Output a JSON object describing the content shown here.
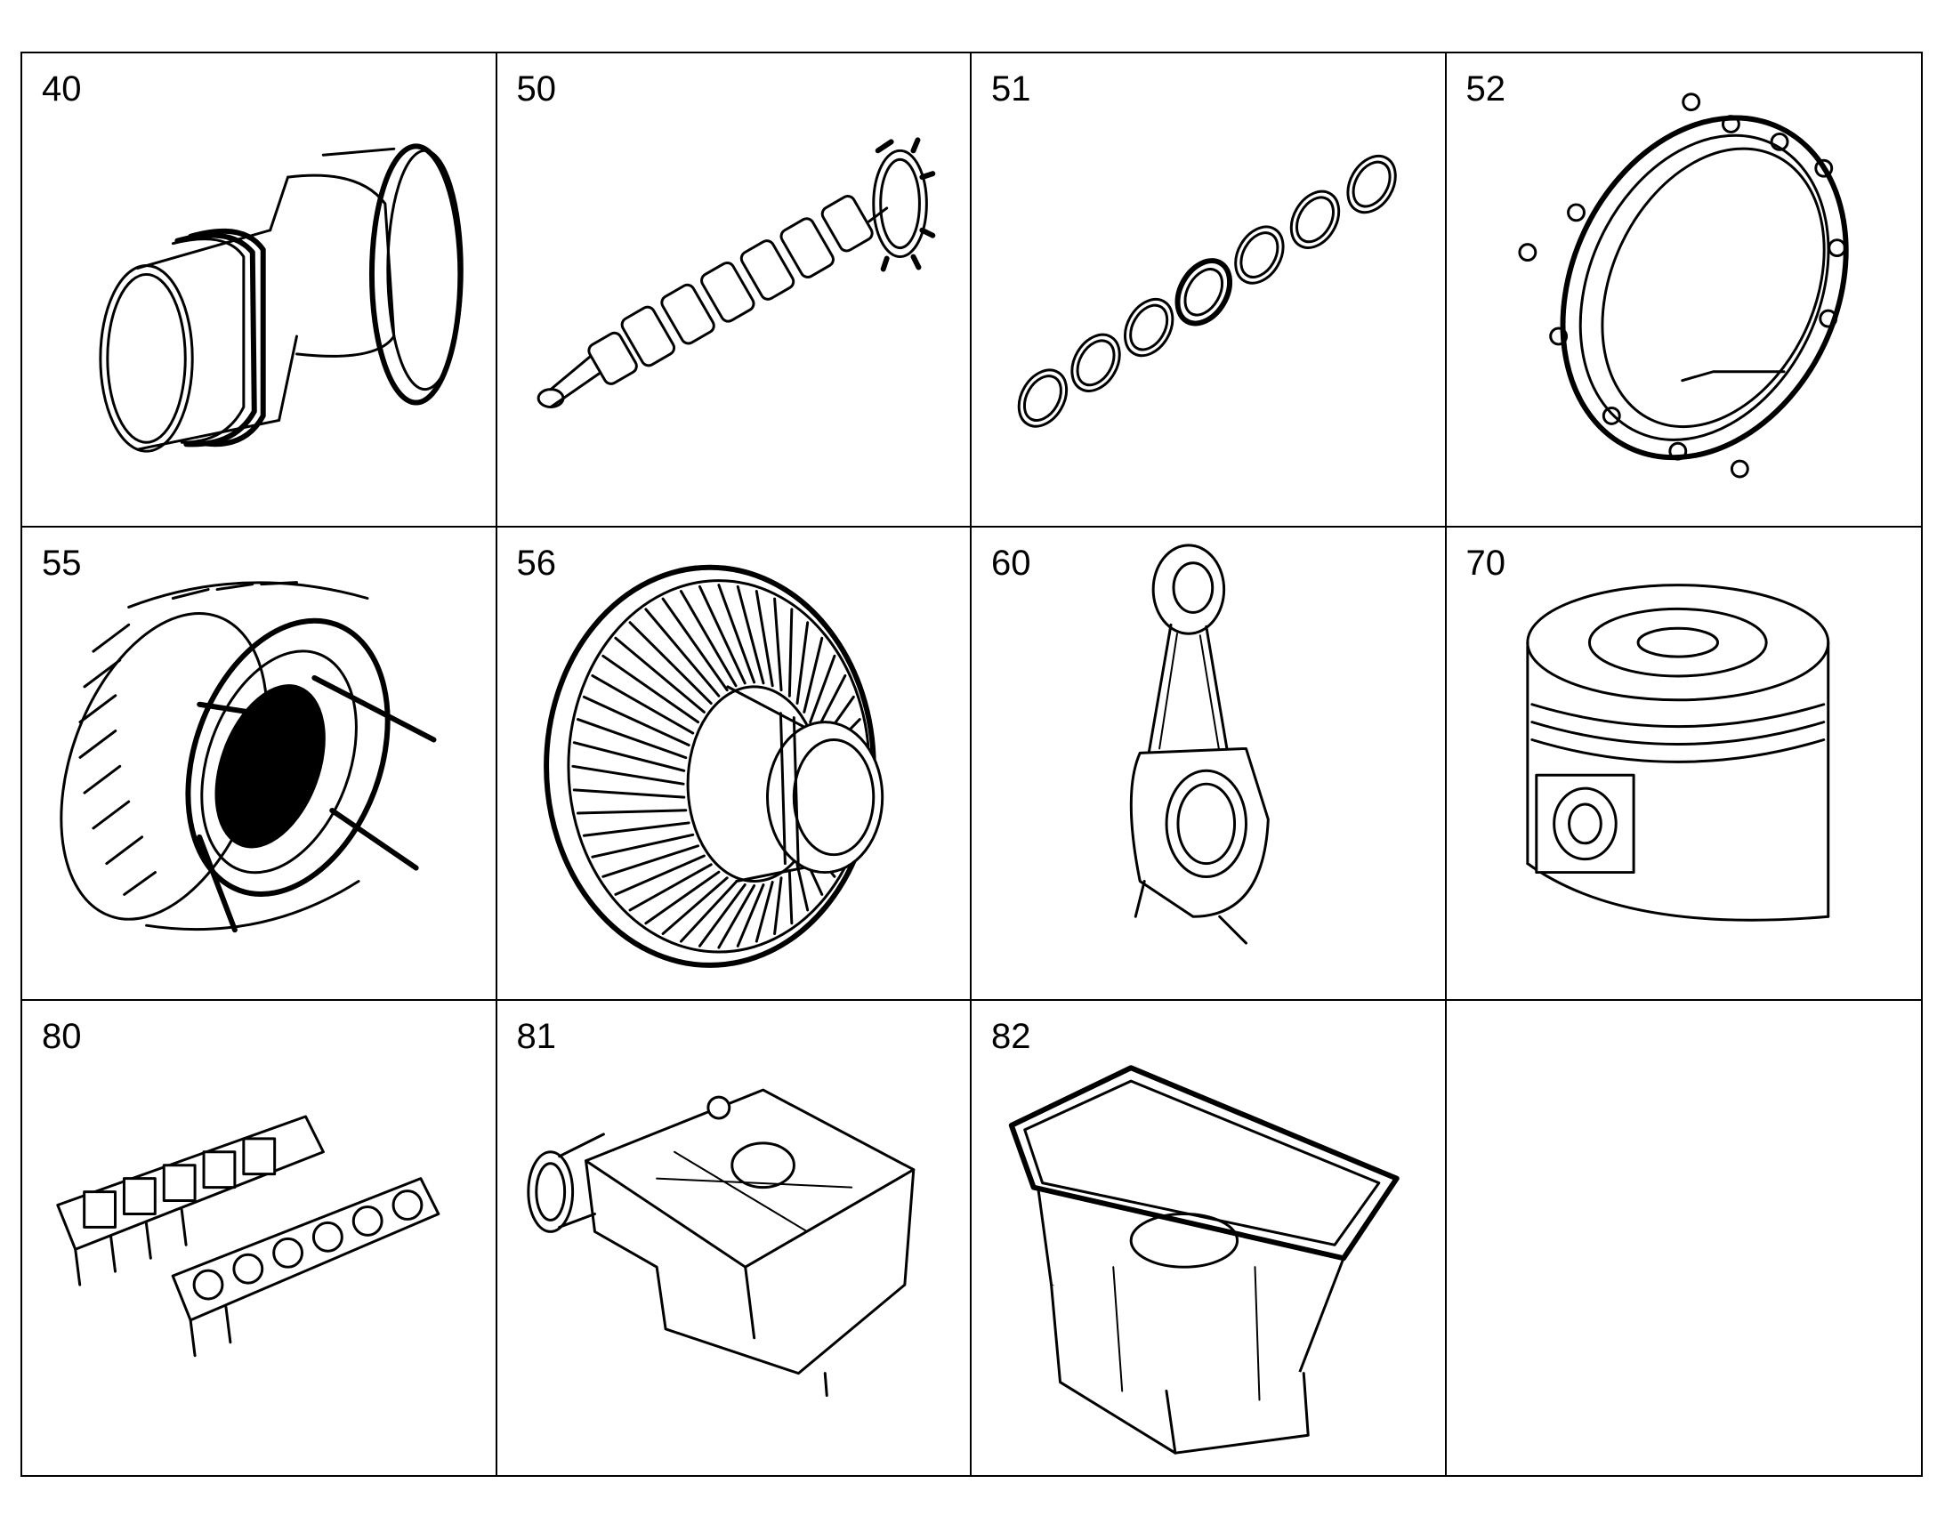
{
  "cells": [
    {
      "number": "40",
      "part": "cylinder-liner"
    },
    {
      "number": "50",
      "part": "crankshaft"
    },
    {
      "number": "51",
      "part": "main-bearing-shells"
    },
    {
      "number": "52",
      "part": "flywheel-housing-ring"
    },
    {
      "number": "55",
      "part": "vibration-damper-cage"
    },
    {
      "number": "56",
      "part": "viscous-fan-clutch"
    },
    {
      "number": "60",
      "part": "connecting-rod"
    },
    {
      "number": "70",
      "part": "piston"
    },
    {
      "number": "80",
      "part": "cylinder-head-assemblies"
    },
    {
      "number": "81",
      "part": "cylinder-head"
    },
    {
      "number": "82",
      "part": "oil-pan"
    },
    {
      "number": "",
      "part": "empty"
    }
  ]
}
